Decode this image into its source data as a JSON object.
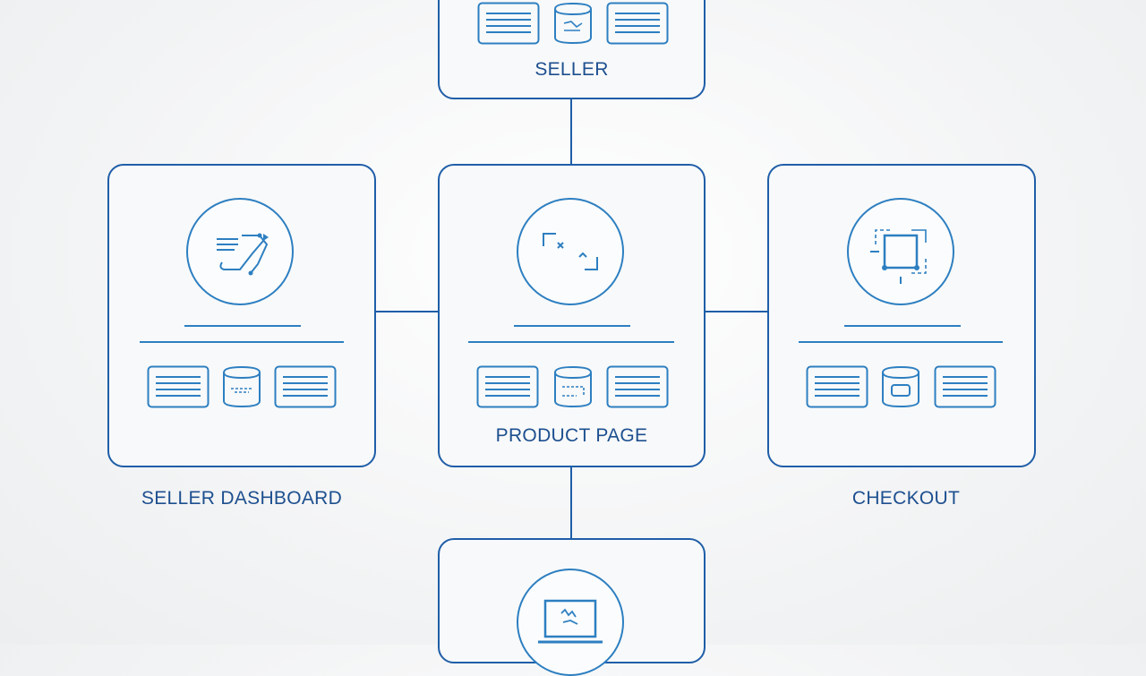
{
  "nodes": {
    "seller": {
      "label": "SELLER"
    },
    "product_page": {
      "label": "PRODUCT PAGE"
    },
    "seller_dashboard": {
      "label": "SELLER DASHBOARD"
    },
    "checkout": {
      "label": "CHECKOUT"
    },
    "bottom": {
      "label": ""
    }
  },
  "colors": {
    "stroke": "#1f5ea8",
    "accent": "#2d7fc1",
    "text": "#1d4f8f",
    "background": "#f3f4f5"
  },
  "icons": {
    "seller_dashboard": "workflow-arrows-icon",
    "product_page": "crop-frame-icon",
    "checkout": "selection-square-icon",
    "bottom": "laptop-icon"
  }
}
